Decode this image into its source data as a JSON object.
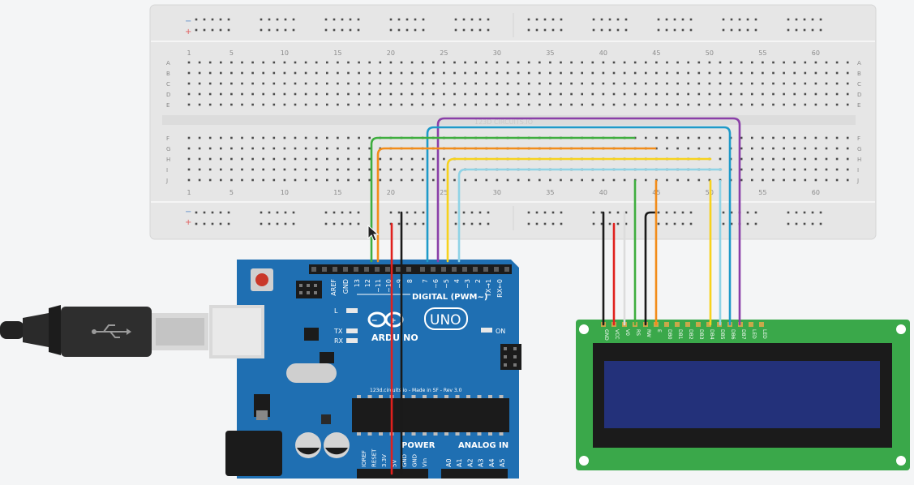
{
  "breadboard": {
    "top_numbers": [
      "1",
      "5",
      "10",
      "15",
      "20",
      "25",
      "30",
      "35",
      "40",
      "45",
      "50",
      "55",
      "60"
    ],
    "bottom_numbers": [
      "1",
      "5",
      "10",
      "15",
      "20",
      "25",
      "30",
      "35",
      "40",
      "45",
      "50",
      "55",
      "60"
    ],
    "rows_top": [
      "A",
      "B",
      "C",
      "D",
      "E"
    ],
    "rows_bottom": [
      "F",
      "G",
      "H",
      "I",
      "J"
    ],
    "rail_minus": "−",
    "rail_plus": "+",
    "brand_watermark": "123D CIRCUITS.IO"
  },
  "arduino": {
    "logo_text": "ARDUINO",
    "model": "UNO",
    "digital_label": "DIGITAL (PWM~)",
    "header_pins": [
      "AREF",
      "GND",
      "13",
      "12",
      "~11",
      "~10",
      "~9",
      "8",
      "7",
      "~6",
      "~5",
      "4",
      "~3",
      "2",
      "TX→1",
      "RX←0"
    ],
    "led_labels": [
      "L",
      "TX",
      "RX"
    ],
    "on_label": "ON",
    "chip_text": "123d.circuits.io - Made in SF - Rev 3.0",
    "power_label": "POWER",
    "power_pins": [
      "IOREF",
      "RESET",
      "3.3V",
      "5V",
      "GND",
      "GND",
      "Vin"
    ],
    "analog_label": "ANALOG IN",
    "analog_pins": [
      "A0",
      "A1",
      "A2",
      "A3",
      "A4",
      "A5"
    ]
  },
  "lcd": {
    "pins": [
      "GND",
      "VCC",
      "V0",
      "RS",
      "RW",
      "E",
      "DB0",
      "DB1",
      "DB2",
      "DB3",
      "DB4",
      "DB5",
      "DB6",
      "DB7",
      "LED",
      "LED"
    ],
    "screen_color": "#23317a",
    "board_color": "#3aa84a"
  },
  "colors": {
    "green_wire": "#3fae3f",
    "orange_wire": "#f28c1a",
    "yellow_wire": "#f7d21c",
    "lightblue_wire": "#8fd3e6",
    "blue_wire": "#1e9ac9",
    "purple_wire": "#8a3fa8",
    "red_wire": "#e0201d",
    "black_wire": "#1a1a1a",
    "arduino_blue": "#1f6fb2"
  },
  "usb_cable": {
    "symbol": "USB"
  }
}
